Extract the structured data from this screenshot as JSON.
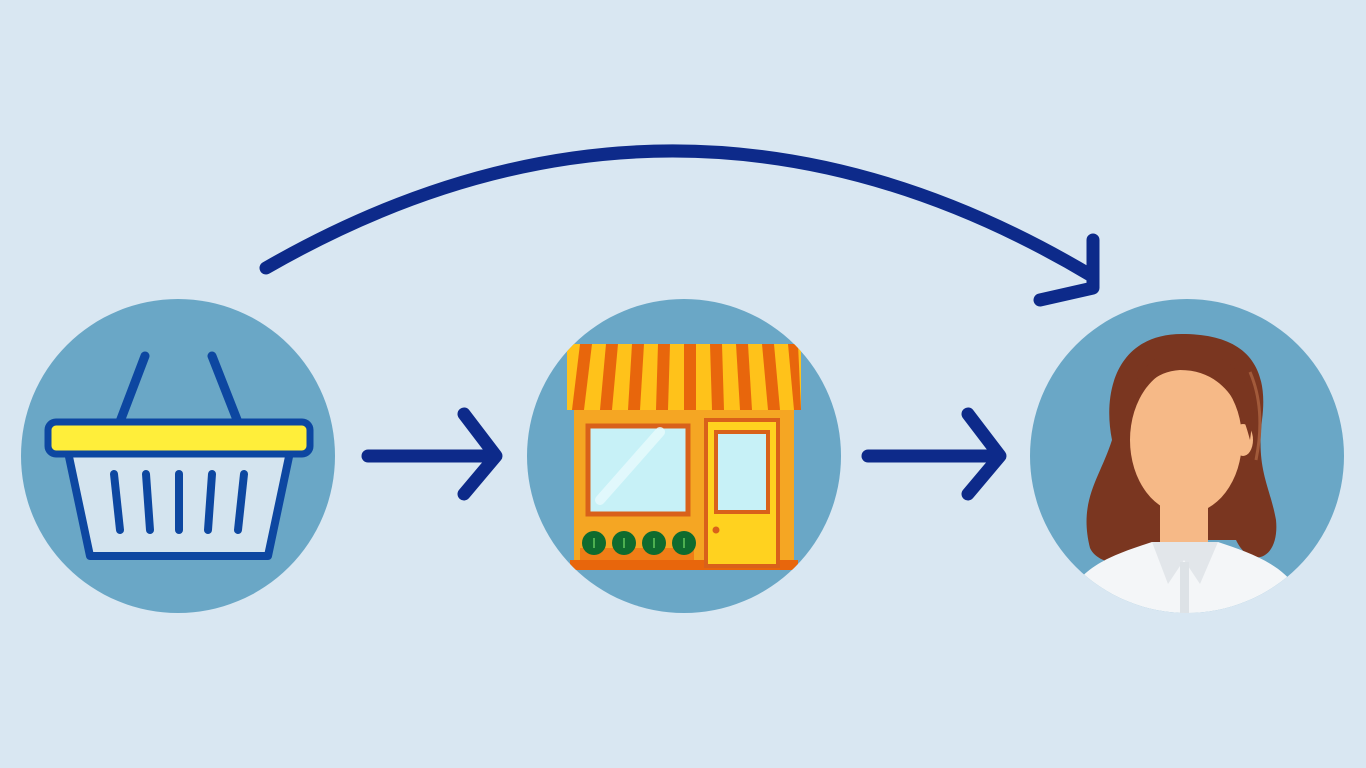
{
  "diagram": {
    "nodes": [
      {
        "id": "basket",
        "icon": "shopping-basket-icon"
      },
      {
        "id": "store",
        "icon": "storefront-icon"
      },
      {
        "id": "customer",
        "icon": "customer-avatar-icon"
      }
    ],
    "edges": [
      {
        "from": "basket",
        "to": "store",
        "style": "straight"
      },
      {
        "from": "store",
        "to": "customer",
        "style": "straight"
      },
      {
        "from": "basket",
        "to": "customer",
        "style": "curved"
      }
    ]
  },
  "colors": {
    "background": "#d9e7f2",
    "circle": "#6aa7c6",
    "arrow": "#0d2a8a",
    "basket_outline": "#0d47a1",
    "basket_rim": "#ffee3a",
    "basket_fill": "#d4e4ef",
    "awning_light": "#ffc21a",
    "awning_dark": "#e8660c",
    "store_wall": "#f5a623",
    "store_glass": "#c7f1f7",
    "store_door": "#ffd21f",
    "plant": "#0f6b2e",
    "hair": "#7a3620",
    "skin": "#f6b987",
    "shirt": "#f4f6f8"
  }
}
